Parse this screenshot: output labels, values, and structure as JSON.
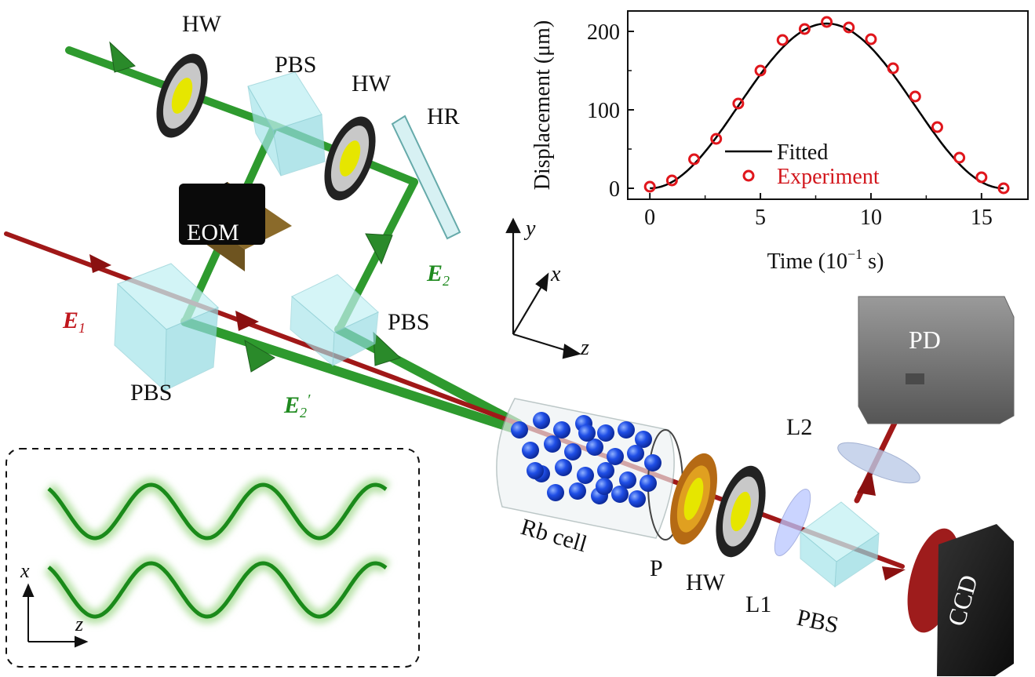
{
  "labels": {
    "hw_top": "HW",
    "pbs_top": "PBS",
    "hw_mid": "HW",
    "hr": "HR",
    "eom": "EOM",
    "e1": "E",
    "e1_sub": "1",
    "e2": "E",
    "e2_sub": "2",
    "e2p": "E",
    "e2p_sub": "2",
    "e2p_prime": "′",
    "pbs_left": "PBS",
    "pbs_center": "PBS",
    "pd": "PD",
    "l2": "L2",
    "rb_cell": "Rb cell",
    "p": "P",
    "hw_bottom": "HW",
    "l1": "L1",
    "pbs_bottom": "PBS",
    "ccd": "CCD"
  },
  "axes": {
    "y": "y",
    "x": "x",
    "z": "z",
    "inset_x": "x",
    "inset_z": "z"
  },
  "colors": {
    "green_beam": "#2e9a2e",
    "red_beam": "#a01818",
    "label_red": "#c0161c",
    "label_green": "#1f8a1f",
    "atom_blue": "#1742d8",
    "cube": "#a8e6ec",
    "fit_line": "#000000",
    "marker": "#e0161c"
  },
  "chart_data": {
    "type": "scatter",
    "xlabel_main": "Time (10",
    "xlabel_exp": "−1",
    "xlabel_tail": " s)",
    "ylabel": "Displacement (μm)",
    "xlim": [
      -1,
      17.1
    ],
    "ylim": [
      -14,
      226
    ],
    "xticks": [
      0,
      5,
      10,
      15
    ],
    "yticks": [
      0,
      100,
      200
    ],
    "xtick_labels": [
      "0",
      "5",
      "10",
      "15"
    ],
    "ytick_labels": [
      "0",
      "100",
      "200"
    ],
    "legend": {
      "placement": "center-bottom",
      "fit": "Fitted",
      "exp": "Experiment"
    },
    "series": [
      {
        "name": "Experiment",
        "x": [
          0,
          1,
          2,
          3,
          4,
          5,
          6,
          7,
          8,
          9,
          10,
          11,
          12,
          13,
          14,
          15,
          16
        ],
        "y": [
          2,
          10,
          37,
          63,
          108,
          150,
          189,
          203,
          212,
          205,
          190,
          153,
          117,
          78,
          39,
          14,
          0
        ]
      },
      {
        "name": "Fitted",
        "amplitude": 210,
        "period": 16
      }
    ]
  }
}
